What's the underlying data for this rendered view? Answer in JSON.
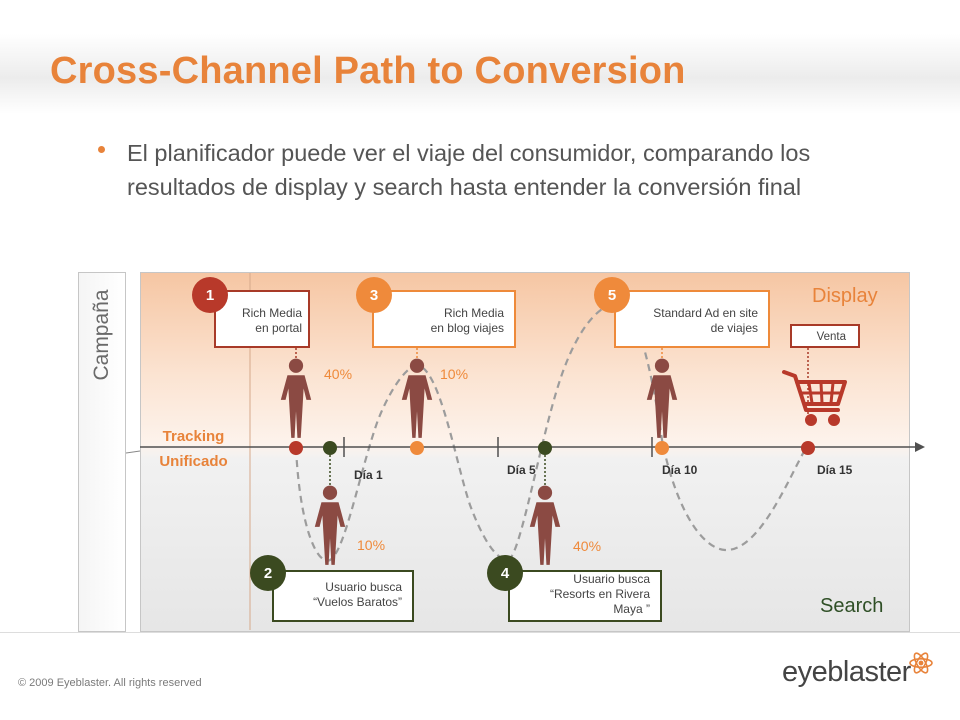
{
  "title": "Cross-Channel Path to Conversion",
  "bullet": "El planificador puede ver el viaje del consumidor, comparando los resultados de display y search hasta entender la conversión final",
  "campaign_label": "Campaña",
  "tracking_label_line1": "Tracking",
  "tracking_label_line2": "Unificado",
  "display_label": "Display",
  "search_label": "Search",
  "steps": [
    {
      "number": "1",
      "line1": "Rich Media",
      "line2": "en portal"
    },
    {
      "number": "2",
      "line1": "Usuario busca",
      "line2": "“Vuelos Baratos”"
    },
    {
      "number": "3",
      "line1": "Rich Media",
      "line2": "en blog viajes"
    },
    {
      "number": "4",
      "line1": "Usuario busca",
      "line2": "“Resorts en Rivera",
      "line3": "Maya ”"
    },
    {
      "number": "5",
      "line1": "Standard  Ad en site",
      "line2": "de viajes"
    }
  ],
  "sale_label": "Venta",
  "percentages": {
    "p1": "40%",
    "p2": "10%",
    "p3": "10%",
    "p4": "40%"
  },
  "days": [
    "Día 1",
    "Día 5",
    "Día 10",
    "Día 15"
  ],
  "footer": "© 2009 Eyeblaster. All rights reserved",
  "logo_text": "eyeblaster",
  "colors": {
    "orange": "#e8833a",
    "red": "#b8392a",
    "dark_green": "#3b4a20",
    "person": "#8b4a43"
  }
}
